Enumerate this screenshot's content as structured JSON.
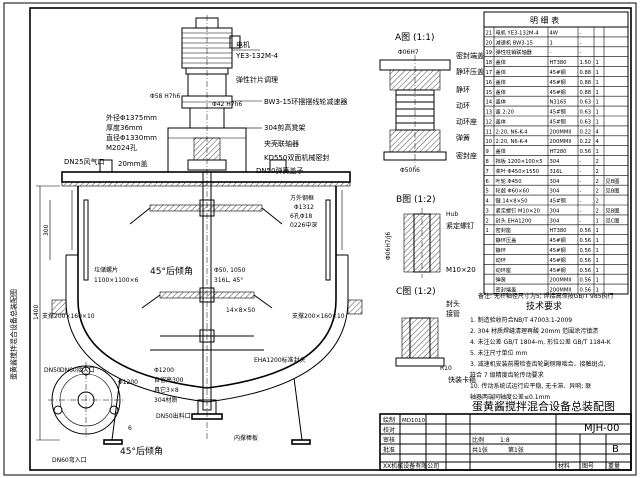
{
  "sheet": {
    "title": "蛋黄酱搅拌混合设备总装配图",
    "drawing_no": "MJH-00",
    "company": "XX机械设备有限公司",
    "side_label": "蛋黄酱搅拌混合设备总装配图",
    "rev": "B"
  },
  "main_labels": {
    "motor": "电机",
    "motor_model": "YE3-132M-4",
    "elastic_pin": "弹性针片调理",
    "reducer": "BW3-15环摆摆线轮减速器",
    "frame": "304剪高凳架",
    "coupling": "夹壳联轴器",
    "seal": "KD550双面机械密封",
    "cover": "DN50弹簧盖子",
    "dim_od": "外径Φ1375mm",
    "dim_t": "厚度36mm",
    "dim_id": "直径Φ1330mm",
    "bolts": "M2024孔",
    "wind_hole": "DN25风气口",
    "lid_thk": "20mm盖",
    "shaft_fit": "Φ42 H7h6",
    "top_fit": "Φ58 H7h6",
    "pitch_label": "方外钢框",
    "pitch_vals": "Φ1312",
    "bolts_circle": "6孔Φ18",
    "depth": "0226中深",
    "blade_up": "垃储螺片",
    "blade_up_dims": "1100×1100×6",
    "angle_top": "45°后倾角",
    "phi_label": "Φ50, 1050",
    "mat_label": "316L, 45°",
    "blade_mid": "14×8×50",
    "panel_left": "支撑200×160×10",
    "panel_right": "支撑200×160×10",
    "jacket": "EHA1200标准封头",
    "base_d": "Φ1200",
    "base_h": "自留高300",
    "legs": "具它3×8",
    "leg_pcs": "304材质",
    "angle_bot": "45°后倾角",
    "drain": "DN50出料口",
    "bottom_blade": "内撑棒板",
    "dn60_bot": "DN60弯入口",
    "dn60_side": "DN60接入口",
    "dn50_side": "DN50",
    "bottom_r": "Φ1200",
    "bottom_thk": "6",
    "height_300": "300",
    "height_1400": "1400"
  },
  "views": {
    "a_title": "A图 (1:1)",
    "a_fit": "Φ06H7",
    "a_dim": "Φ50h6",
    "a_parts": [
      "密封端盖",
      "静环压盖",
      "静环",
      "动环",
      "动环座",
      "弹簧",
      "密封座"
    ],
    "b_title": "B图 (1:2)",
    "b_hub": "Hub",
    "b_parts": [
      "紧定螺钉"
    ],
    "b_fit": "Φ06H7/j6",
    "b_bolt": "M10×20",
    "c_title": "C图 (1:2)",
    "c_parts": [
      "封头",
      "接管"
    ],
    "c_r": "R10",
    "c_label": "快装卡箍"
  },
  "bom": {
    "header": "明 细 表",
    "rows": [
      [
        "21",
        "电机 YE3-132M-4",
        "4W",
        "-",
        "",
        ""
      ],
      [
        "20",
        "减速机 BW3-15",
        "1",
        "-",
        "",
        ""
      ],
      [
        "19",
        "弹性柱销联轴器",
        "-",
        "-",
        "",
        ""
      ],
      [
        "18",
        "盖体",
        "HT380",
        "1.50",
        "1",
        ""
      ],
      [
        "17",
        "盖体",
        "45#钢",
        "0.88",
        "1",
        ""
      ],
      [
        "16",
        "盖体",
        "45#钢",
        "0.88",
        "1",
        ""
      ],
      [
        "15",
        "盖体",
        "45#钢",
        "0.88",
        "1",
        ""
      ],
      [
        "14",
        "盖体",
        "N3165",
        "0.63",
        "1",
        ""
      ],
      [
        "13",
        "盖 2:20",
        "45#钢",
        "0.63",
        "1",
        ""
      ],
      [
        "12",
        "盖体",
        "45#钢",
        "0.63",
        "1",
        ""
      ],
      [
        "11",
        "2:20, N6-K-4",
        "200MMII",
        "0.22",
        "4",
        ""
      ],
      [
        "10",
        "2:20, N6-K-4",
        "200MMII",
        "0.22",
        "4",
        ""
      ],
      [
        "9",
        "盖体",
        "HT280",
        "0.56",
        "1",
        ""
      ],
      [
        "8",
        "挡板 1200×100×5",
        "304",
        "-",
        "2",
        ""
      ],
      [
        "7",
        "桨叶 Φ450×1550",
        "316L",
        "-",
        "2",
        ""
      ],
      [
        "6",
        "叶轮 Φ450",
        "304",
        "-",
        "2",
        "见B图"
      ],
      [
        "5",
        "轮毂 Φ60×60",
        "304",
        "-",
        "2",
        "见B图"
      ],
      [
        "4",
        "键 14×8×50",
        "45#钢",
        "-",
        "2",
        ""
      ],
      [
        "3",
        "紧定螺钉 M10×20",
        "304",
        "-",
        "2",
        "见B图"
      ],
      [
        "2",
        "封头 EHA1200",
        "304",
        "-",
        "1",
        "见C图"
      ],
      [
        "1",
        "密封座",
        "HT380",
        "0.56",
        "1",
        ""
      ],
      [
        "",
        "静环压盖",
        "45#钢",
        "0.56",
        "1",
        ""
      ],
      [
        "",
        "静环",
        "45#钢",
        "0.56",
        "1",
        ""
      ],
      [
        "",
        "动环",
        "45#钢",
        "0.56",
        "1",
        ""
      ],
      [
        "",
        "动环座",
        "45#钢",
        "0.56",
        "1",
        ""
      ],
      [
        "",
        "弹簧",
        "200MMII",
        "0.56",
        "1",
        ""
      ],
      [
        "",
        "密封端盖",
        "200MMII",
        "0.56",
        "1",
        ""
      ]
    ],
    "note": "备注: 无杆轴径尺寸为5; 焊接高须按GB/T 985执行"
  },
  "tech": {
    "title": "技术要求",
    "items": [
      "1. 制造验收符合NB/T 47003.1-2009",
      "2. 304 材质焊缝清理再酸 20mm 范围涂污镇渍",
      "4. 未注公差 GB/T 1804-m, 形位公差 GB/T 1184-K",
      "5. 未注尺寸单位 mm",
      "3. 减速机安装前需检查齿轮副侧隙啮合、接触斑点,",
      "   符合 7 级精度齿轮传动要求",
      "10. 传动系统试运行应平稳, 无卡滞、异响; 联",
      "   轴器两端同轴度公差≤0.1mm"
    ]
  },
  "title_block": {
    "drawn": "绘制",
    "drawn_no": "MD1010",
    "check": "校对",
    "review": "审核",
    "approve": "批准",
    "scale_label": "比例",
    "scale": "1:8",
    "sheet_label": "共1张",
    "sheet_no": "第1张",
    "drawing_label": "图号",
    "weight_label": "重量",
    "material_label": "材料"
  }
}
